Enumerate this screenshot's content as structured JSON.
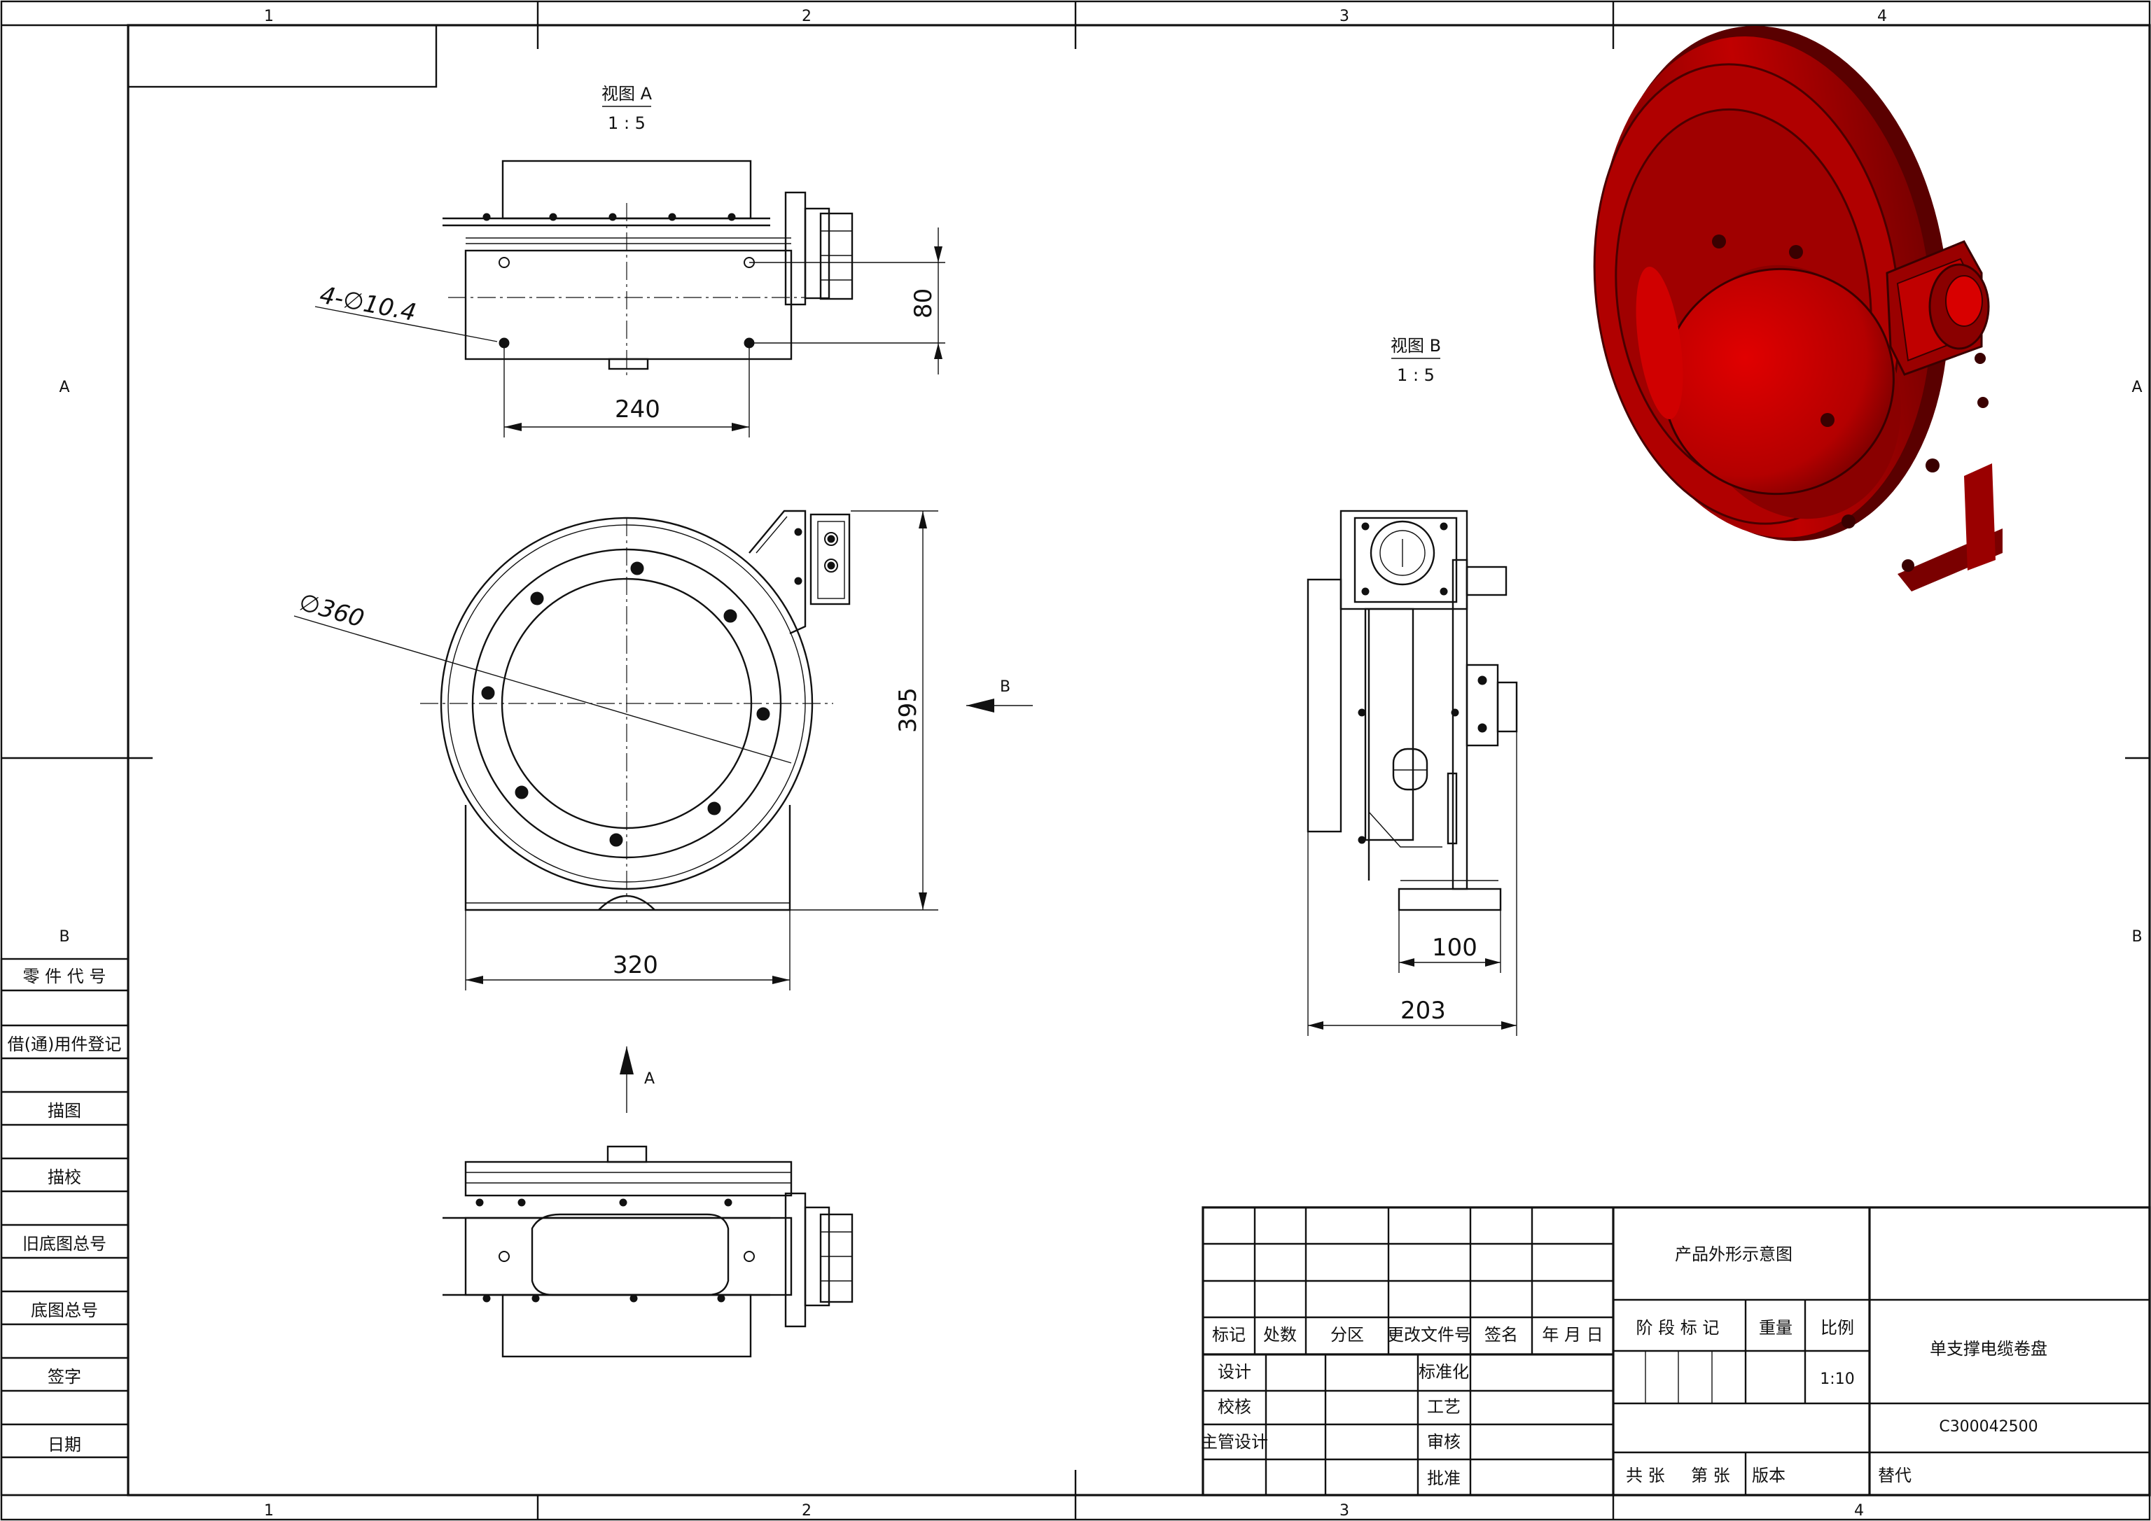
{
  "zones": {
    "columns": [
      "1",
      "2",
      "3",
      "4"
    ],
    "rows": [
      "A",
      "B"
    ]
  },
  "views": {
    "view_a": {
      "title": "视图 A",
      "scale": "1 : 5"
    },
    "view_b": {
      "title": "视图 B",
      "scale": "1 : 5"
    },
    "arrow_a": "A",
    "arrow_b": "B"
  },
  "dimensions": {
    "holes": "4-∅10.4",
    "hole_spacing_x": "240",
    "hole_spacing_y": "80",
    "drum_diameter": "∅360",
    "height": "395",
    "base_width": "320",
    "side_base": "100",
    "side_depth": "203"
  },
  "side_table": {
    "labels": [
      "零 件 代 号",
      "借(通)用件登记",
      "描图",
      "描校",
      "旧底图总号",
      "底图总号",
      "签字",
      "日期"
    ]
  },
  "title_block": {
    "headers": [
      "标记",
      "处数",
      "分区",
      "更改文件号",
      "签名",
      "年 月 日"
    ],
    "roles": [
      "设计",
      "校核",
      "主管设计"
    ],
    "roles_right": [
      "标准化",
      "工艺",
      "审核",
      "批准"
    ],
    "title": "产品外形示意图",
    "stage_label": "阶 段 标 记",
    "weight_label": "重量",
    "ratio_label": "比例",
    "ratio_value": "1:10",
    "product_name": "单支撑电缆卷盘",
    "drawing_number": "C300042500",
    "sheet_total": "共    张",
    "sheet_num": "第    张",
    "version": "版本",
    "replaces": "替代"
  },
  "colors": {
    "render_red": "#c80000",
    "render_dark": "#5a0000",
    "line": "#111111"
  }
}
